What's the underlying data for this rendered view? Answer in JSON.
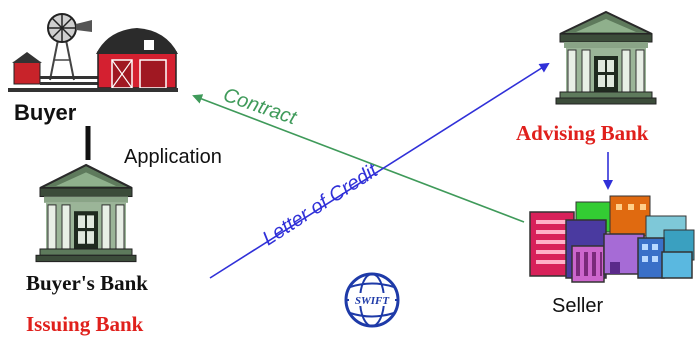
{
  "diagram": {
    "buyer_label": "Buyer",
    "application_label": "Application",
    "buyers_bank_label": "Buyer's Bank",
    "issuing_bank_label": "Issuing Bank",
    "advising_bank_label": "Advising Bank",
    "seller_label": "Seller",
    "contract_label": "Contract",
    "letter_of_credit_label": "Letter of Credit",
    "swift_logo_text": "SWIFT"
  },
  "colors": {
    "red_label": "#e0201c",
    "contract_arrow": "#3f9a5a",
    "loc_arrow": "#3030d8",
    "bank_green": "#6f8f6c"
  },
  "icons": [
    "barn-icon",
    "windmill-icon",
    "bank-building-icon",
    "factory-buildings-icon",
    "swift-globe-logo"
  ]
}
